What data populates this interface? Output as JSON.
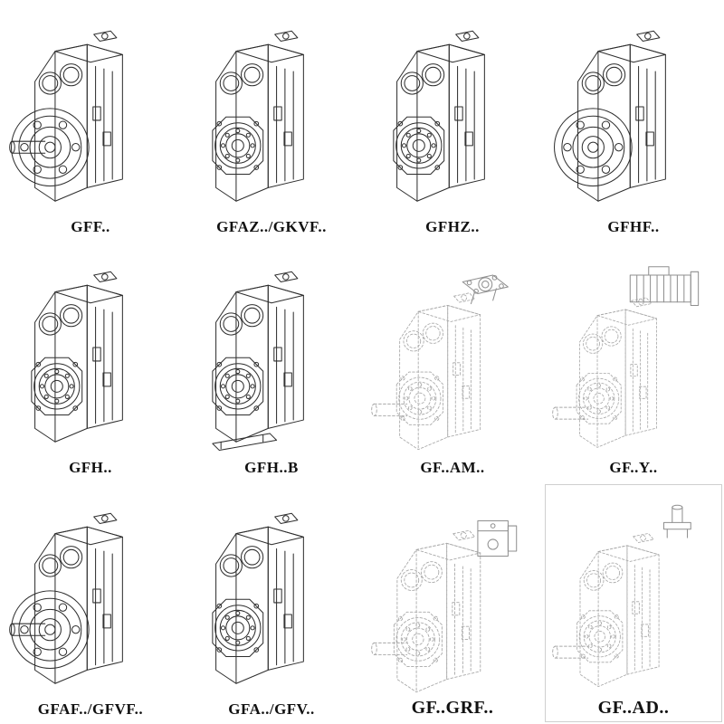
{
  "page": {
    "background": "#ffffff"
  },
  "colors": {
    "line": "#2e2e2e",
    "dashed_line": "#a8a8a8",
    "soft_line": "#8f8f8f",
    "label": "#111111",
    "box_border": "#cfcfcf"
  },
  "grid": {
    "rows": 3,
    "cols": 4,
    "cells": [
      {
        "label": "GFF..",
        "variant": "flange-with-shaft",
        "style": "solid"
      },
      {
        "label": "GFAZ../GKVF..",
        "variant": "hollow-bore",
        "style": "solid"
      },
      {
        "label": "GFHZ..",
        "variant": "hollow-bore",
        "style": "solid"
      },
      {
        "label": "GFHF..",
        "variant": "flange",
        "style": "solid"
      },
      {
        "label": "GFH..",
        "variant": "hollow-bore",
        "style": "solid"
      },
      {
        "label": "GFH..B",
        "variant": "hollow-bore-base",
        "style": "solid"
      },
      {
        "label": "GF..AM..",
        "variant": "iec-adapter-flange",
        "style": "dashed"
      },
      {
        "label": "GF..Y..",
        "variant": "mounted-motor",
        "style": "dashed"
      },
      {
        "label": "GFAF../GFVF..",
        "variant": "flange-with-shaft",
        "style": "solid"
      },
      {
        "label": "GFA../GFV..",
        "variant": "hollow-bore",
        "style": "solid"
      },
      {
        "label": "GF..GRF..",
        "variant": "adapter-box",
        "style": "dashed"
      },
      {
        "label": "GF..AD..",
        "variant": "input-shaft-adapter",
        "style": "dashed",
        "boxed": true
      }
    ]
  }
}
